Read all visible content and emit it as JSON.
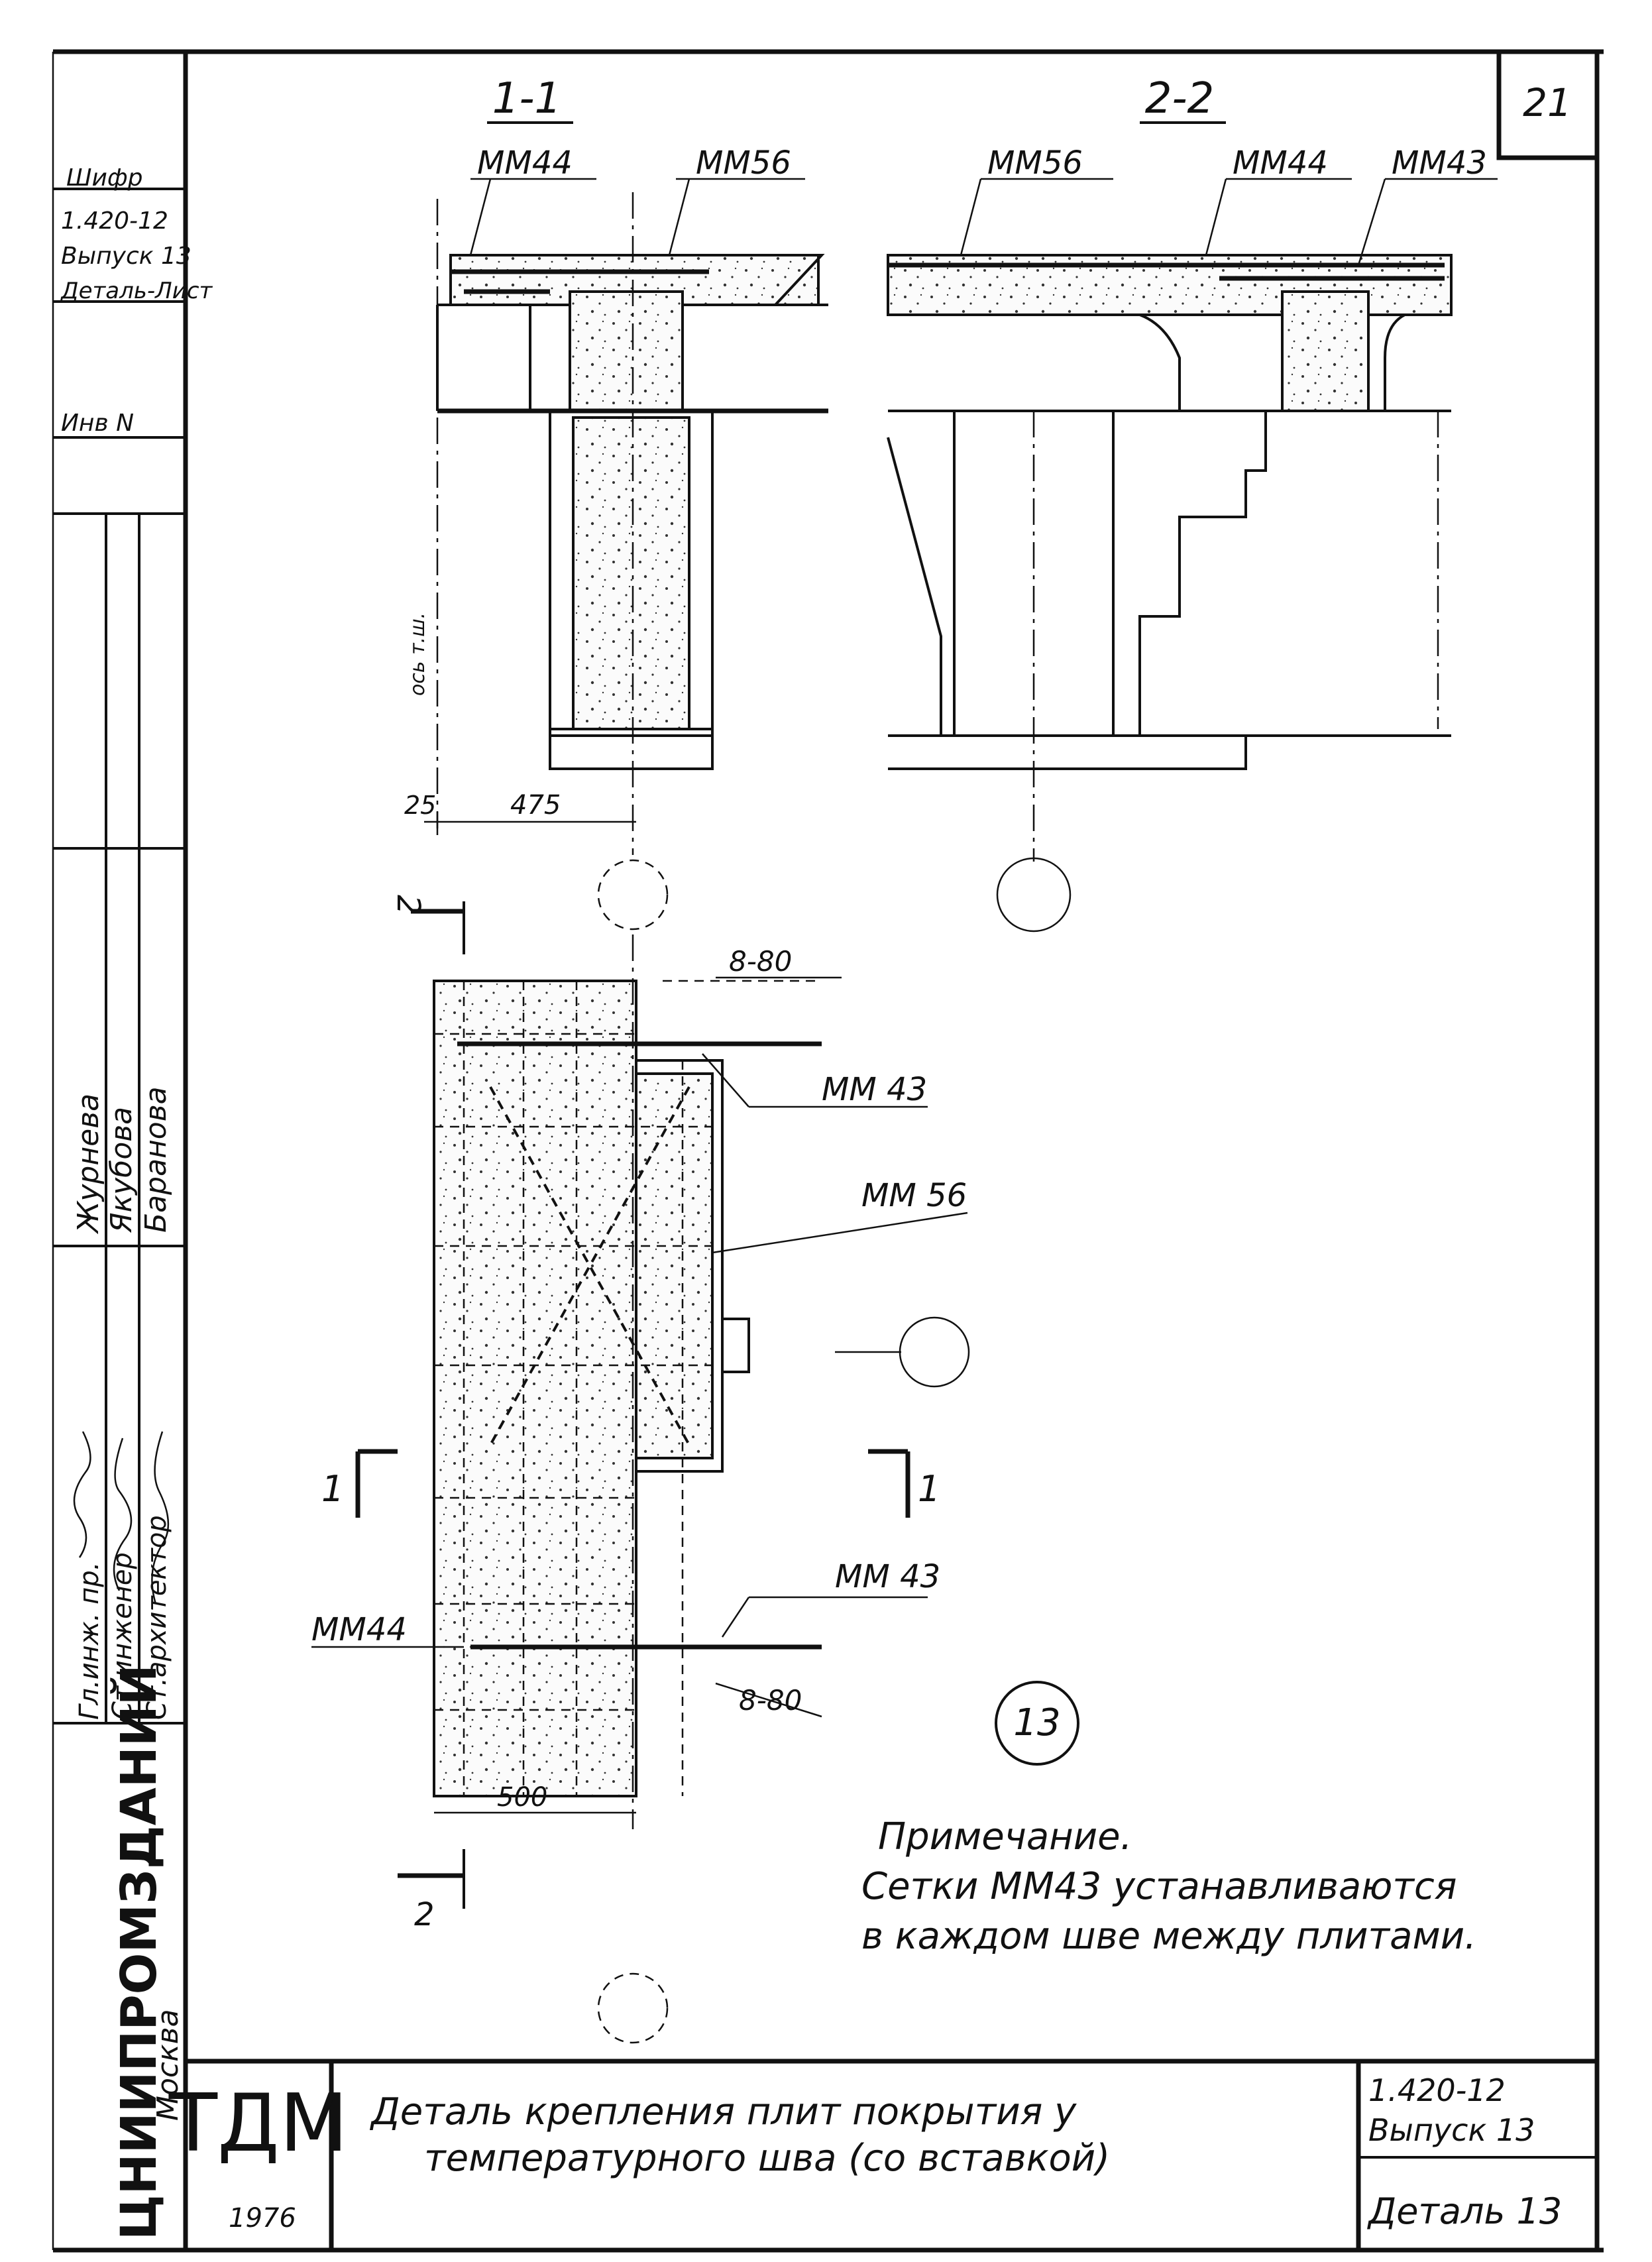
{
  "sheet_number": "21",
  "section_labels": {
    "s1": "1-1",
    "s2": "2-2"
  },
  "marks": {
    "mm44": "ММ44",
    "mm56": "ММ56",
    "mm43": "ММ43",
    "mm44_b": "ММ 44",
    "mm56_b": "ММ 56",
    "mm43_b": "ММ 43",
    "mm43_c": "ММ 43",
    "mm44_c": "ММ44"
  },
  "dimensions": {
    "d25": "25",
    "d475": "475",
    "d500": "500",
    "d880_top": "8-80",
    "d880_bot": "8-80",
    "axis_label": "ось т.ш."
  },
  "cut_labels": {
    "left_1": "1",
    "right_1": "1",
    "top_2": "2",
    "bottom_2": "2"
  },
  "detail_number": "13",
  "note": {
    "heading": "Примечание.",
    "line1": "Сетки ММ43 устанавливаются",
    "line2": "в каждом шве между плитами."
  },
  "side_stamp": {
    "r1": "Шифр",
    "r2": "1.420-12",
    "r3": "Выпуск 13",
    "r4": "Деталь-Лист",
    "r5": "Инв N",
    "roles": [
      "Гл.инж. пр.",
      "Ст.инженер",
      "Ст.архитектор"
    ],
    "names": [
      "Журнева",
      "Якубова",
      "Баранова"
    ],
    "org": "ЦНИИПРОМЗДАНИЙ",
    "city": "Москва"
  },
  "title_block": {
    "logo": "ТДМ",
    "year": "1976",
    "title_line1": "Деталь крепления плит покрытия у",
    "title_line2": "температурного шва (со вставкой)",
    "code": "1.420-12",
    "issue": "Выпуск 13",
    "detail": "Деталь 13"
  }
}
